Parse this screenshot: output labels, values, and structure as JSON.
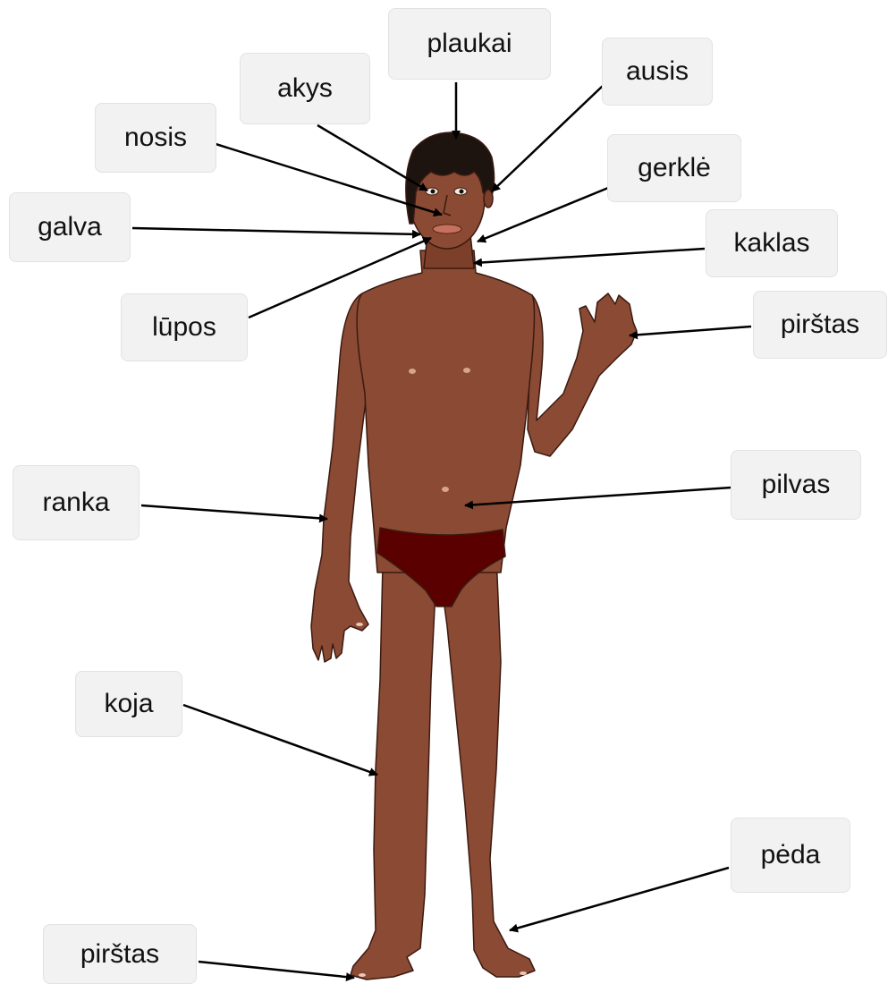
{
  "labels": {
    "plaukai": "plaukai",
    "akys": "akys",
    "ausis": "ausis",
    "nosis": "nosis",
    "gerkle": "gerklė",
    "galva": "galva",
    "kaklas": "kaklas",
    "lupos": "lūpos",
    "pirstas_hand": "pirštas",
    "ranka": "ranka",
    "pilvas": "pilvas",
    "koja": "koja",
    "peda": "pėda",
    "pirstas_foot": "pirštas"
  },
  "colors": {
    "skin": "#8b4a33",
    "skin_outline": "#3a1a10",
    "hair": "#1e140f",
    "briefs": "#5a0000",
    "label_bg": "#f2f2f2",
    "arrow": "#000000"
  }
}
